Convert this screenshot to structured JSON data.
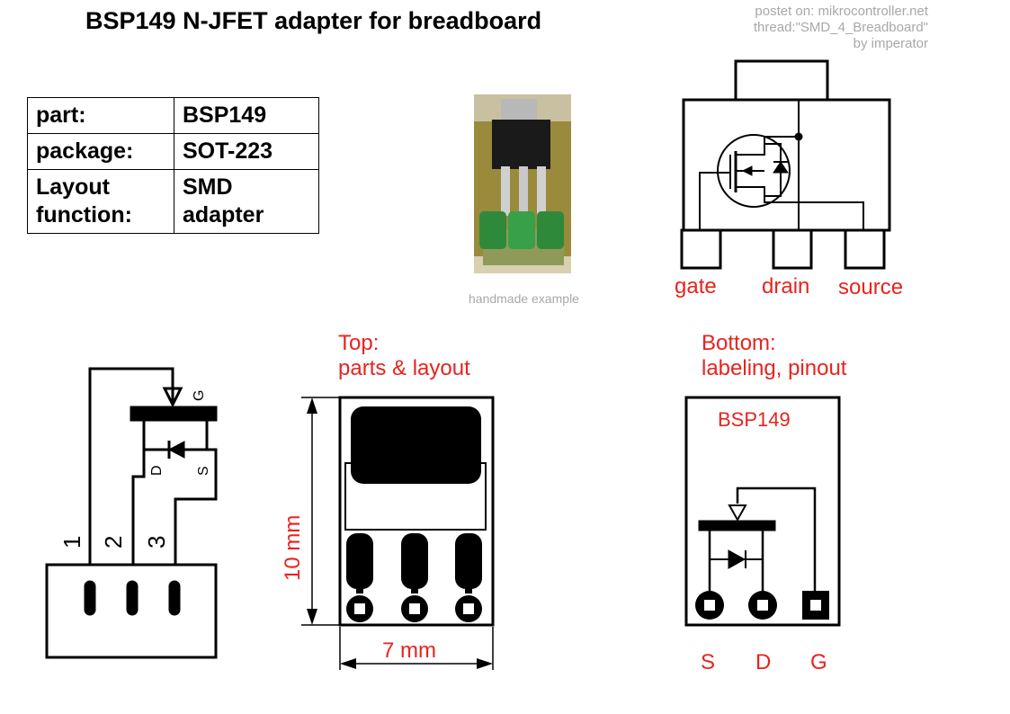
{
  "title": "BSP149 N-JFET adapter for breadboard",
  "credit": {
    "line1": "postet on: mikrocontroller.net",
    "line2": "thread:\"SMD_4_Breadboard\"",
    "line3": "by imperator"
  },
  "info_table": [
    {
      "key": "part:",
      "value": "BSP149"
    },
    {
      "key": "package:",
      "value": "SOT-223"
    },
    {
      "key": "Layout\nfunction:",
      "value": "SMD\nadapter"
    }
  ],
  "photo_caption": "handmade example",
  "package_pins": {
    "gate": "gate",
    "drain": "drain",
    "source": "source"
  },
  "pcb_top": {
    "heading1": "Top:",
    "heading2": "parts & layout",
    "height_label": "10 mm",
    "width_label": "7 mm"
  },
  "pcb_bottom": {
    "heading1": "Bottom:",
    "heading2": "labeling, pinout",
    "part_label": "BSP149",
    "pins": [
      "S",
      "D",
      "G"
    ]
  },
  "schematic": {
    "pin_numbers": [
      "1",
      "2",
      "3"
    ],
    "gate_letter": "G",
    "drain_letter": "D",
    "source_letter": "S"
  },
  "colors": {
    "label_red": "#e8231f",
    "credit_gray": "#a8a8a8",
    "pcb_black": "#000000"
  }
}
